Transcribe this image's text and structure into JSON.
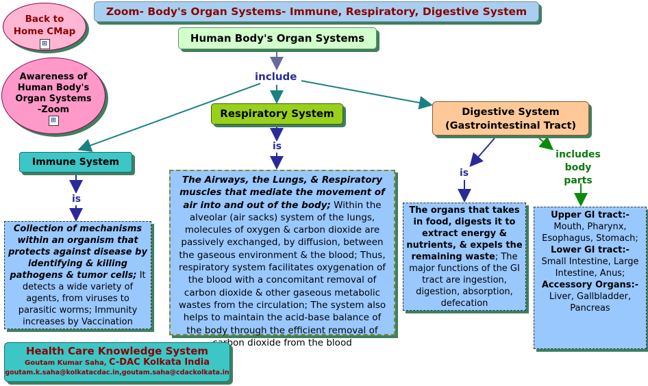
{
  "title": "Zoom- Body's Organ Systems- Immune, Respiratory, Digestive System",
  "back_home": {
    "line1": "Back to",
    "line2": "Home CMap"
  },
  "awareness": {
    "line1": "Awareness of",
    "line2": "Human Body's",
    "line3": "Organ Systems",
    "line4": "-Zoom"
  },
  "root": "Human Body's Organ Systems",
  "links": {
    "include": "include",
    "is_resp": "is",
    "is_immune": "is",
    "is_dig": "is",
    "includes_parts": "includes body parts"
  },
  "respiratory": {
    "label": "Respiratory System",
    "def_bold": "The Airways, the Lungs, & Respiratory muscles that mediate the movement of air into and out of the body;",
    "def_text": "Within the alveolar (air sacks) system of the lungs, molecules of oxygen & carbon dioxide are passively exchanged, by diffusion, between the gaseous environment & the blood; Thus, respiratory system facilitates oxygenation of the blood with a concomitant removal of carbon dioxide & other gaseous metabolic wastes from the circulation; The system also helps to maintain the acid-base balance of the body through the efficient removal of carbon dioxide from the blood"
  },
  "digestive": {
    "label_line1": "Digestive System",
    "label_line2": "(Gastrointestinal Tract)",
    "def_bold": "The organs that takes in food, digests it to extract energy & nutrients, & expels the remaining waste",
    "def_text": "; The major functions of the GI tract are ingestion, digestion, absorption, defecation"
  },
  "immune": {
    "label": "Immune System",
    "def_bold": "Collection of mechanisms within an organism that protects against disease by identifying & killing pathogens & tumor cells;",
    "def_text": "It detects a wide variety of agents, from viruses to parasitic worms; Immunity increases by Vaccination"
  },
  "body_parts": {
    "upper_label": "Upper GI tract:-",
    "upper_text": "Mouth, Pharynx, Esophagus, Stomach;",
    "lower_label": "Lower GI tract:-",
    "lower_text": "Small Intestine, Large Intestine, Anus;",
    "accessory_label": "Accessory Organs:-",
    "accessory_text": "Liver, Gallbladder, Pancreas"
  },
  "footer": {
    "title": "Health Care Knowledge System",
    "author": "Goutam Kumar Saha,",
    "org": "C-DAC Kolkata India",
    "email": "goutam.k.saha@kolkatacdac.in,goutam.saha@cdackolkata.in"
  },
  "icons": {
    "map": "concept-map-icon"
  },
  "colors": {
    "title_text": "#8b0000",
    "root_fill": "#d2ffcc",
    "respiratory_fill": "#99d11a",
    "digestive_fill": "#ffc898",
    "immune_fill": "#3cc6c6",
    "info_fill": "#99c8ff",
    "bubble_fill": "#ff99c9",
    "arrow_teal": "#1a8080",
    "arrow_navy": "#2a2a9a",
    "arrow_green": "#0a8a0a"
  }
}
